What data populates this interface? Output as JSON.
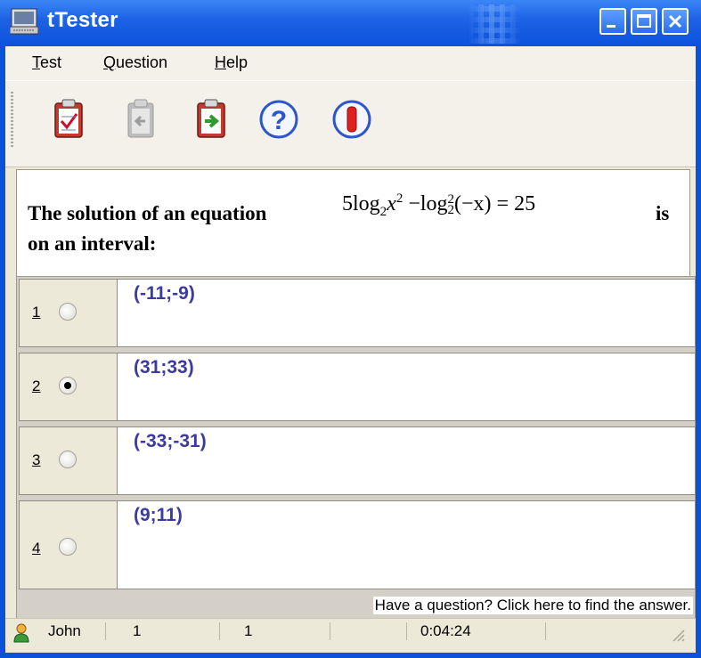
{
  "window": {
    "title": "tTester"
  },
  "menu": [
    {
      "label_first": "T",
      "label_rest": "est"
    },
    {
      "label_first": "Q",
      "label_rest": "uestion"
    },
    {
      "label_first": "H",
      "label_rest": "elp"
    }
  ],
  "toolbar": {
    "buttons": [
      "clipboard-check-icon",
      "back-icon",
      "next-icon",
      "help-icon",
      "stop-icon"
    ]
  },
  "question": {
    "text_before": "The solution of an equation",
    "equation": {
      "coef": "5log",
      "sub1": "2",
      "var1": "x",
      "sup1": "2",
      "minus": " −log",
      "sub2": "2",
      "sup2": "2",
      "arg": "(−x) = 25"
    },
    "text_after_1": "is",
    "text_after_2": "on an interval:"
  },
  "answers": [
    {
      "num": "1",
      "text": "(-11;-9)",
      "selected": false
    },
    {
      "num": "2",
      "text": "(31;33)",
      "selected": true
    },
    {
      "num": "3",
      "text": "(-33;-31)",
      "selected": false
    },
    {
      "num": "4",
      "text": "(9;11)",
      "selected": false
    }
  ],
  "hint": "Have a question? Click here to find the answer.",
  "status": {
    "user": "John",
    "field2": "1",
    "field3": "1",
    "timer": "0:04:24"
  },
  "colors": {
    "titlebar": "#0b52dc",
    "answer_text": "#3c3aa0",
    "panel": "#ece9d8"
  }
}
